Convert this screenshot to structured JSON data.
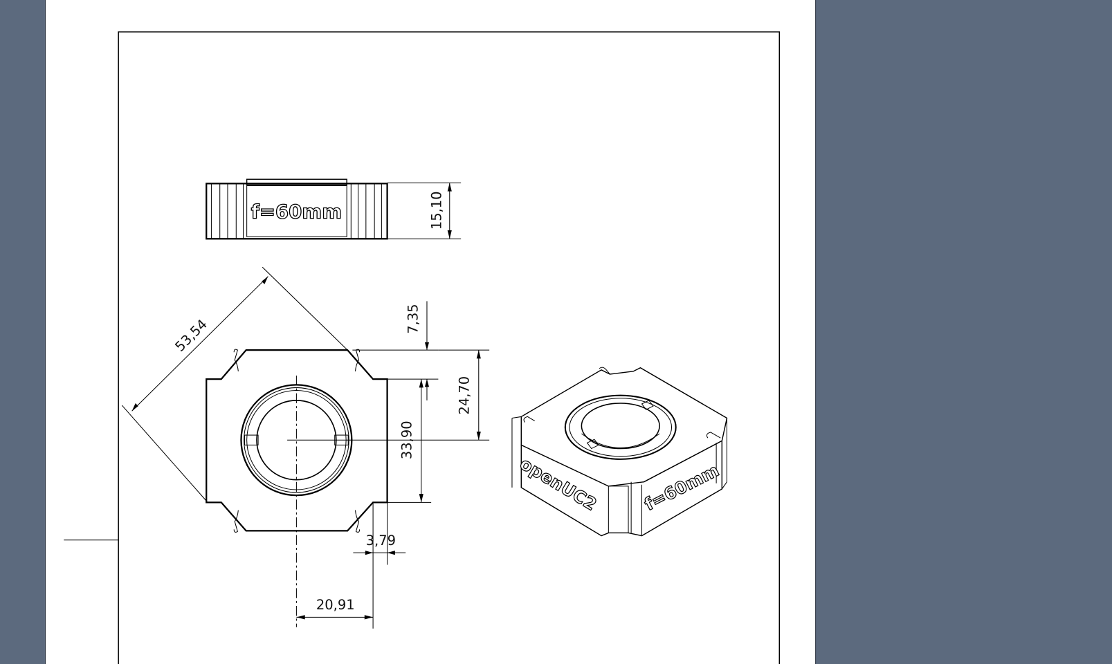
{
  "viewer": {
    "background_color": "#5c6a7e",
    "sheet_color": "#ffffff"
  },
  "drawing": {
    "side_view": {
      "label": "f=60mm"
    },
    "isometric_view": {
      "label_left": "openUC2",
      "label_right": "f=60mm"
    },
    "dimensions": {
      "height": "15,10",
      "diagonal": "53,54",
      "top_offset": "7,35",
      "center_offset": "24,70",
      "flat_width": "33,90",
      "slot_width": "3,79",
      "half_width": "20,91"
    }
  }
}
